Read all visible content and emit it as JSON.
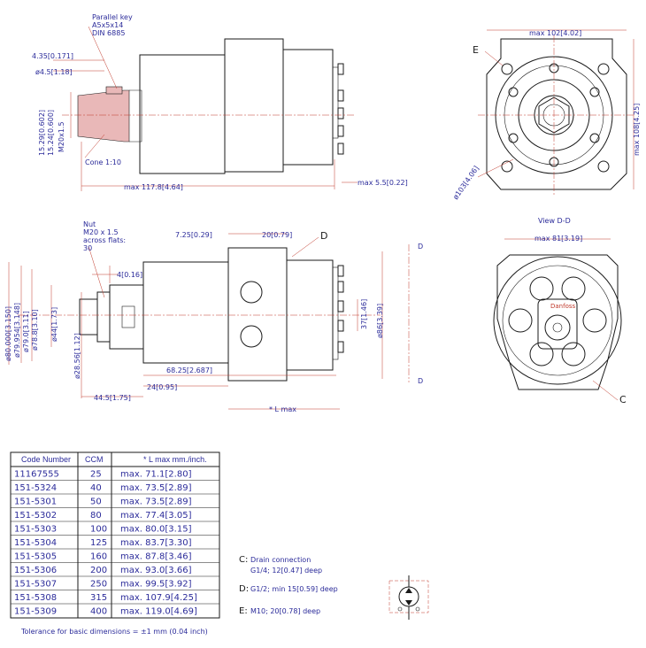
{
  "dims_top": {
    "key": [
      "Parallel key",
      "A5x5x14",
      "DIN 6885"
    ],
    "d435": "4.35[0.171]",
    "d45": "ø4.5[1.18]",
    "v1529": "15.29[0.602]",
    "v1524": "15.24[0.600]",
    "m20": "M20x1.5",
    "cone": "Cone 1:10",
    "max1178": "max 117.8[4.64]",
    "max55": "max 5.5[0.22]",
    "max102": "max 102[4.02]",
    "label_e": "E",
    "max108": "max 108[4.25]",
    "d103": "ø103[4.06]"
  },
  "dims_mid": {
    "nut": [
      "Nut",
      "M20 x 1.5",
      "across flats:",
      "30"
    ],
    "d725": "7.25[0.29]",
    "d20": "20[0.79]",
    "label_d": "D",
    "d4": "4[0.16]",
    "d80": "ø80.000[3.150]",
    "d7985": "ø79.954[3.148]",
    "d790": "ø79.0[3.11]",
    "d788": "ø78.8[3.10]",
    "d44": "ø44[1.73]",
    "d2856": "ø28.56[1.12]",
    "d37": "37[1.46]",
    "d86": "ø86[3.39]",
    "d6825": "68.25[2.687]",
    "d24": "24[0.95]",
    "d445": "44.5[1.75]",
    "lmax": "* L max",
    "d_top": "D",
    "d_bot": "D",
    "view": "View D-D",
    "max81": "max 81[3.19]",
    "label_c": "C",
    "logo": "Danfoss"
  },
  "table": {
    "headers": [
      "Code Number",
      "CCM",
      "* L max  mm./inch."
    ],
    "rows": [
      [
        "11167555",
        "25",
        "max.  71.1[2.80]"
      ],
      [
        "151-5324",
        "40",
        "max.  73.5[2.89]"
      ],
      [
        "151-5301",
        "50",
        "max.  73.5[2.89]"
      ],
      [
        "151-5302",
        "80",
        "max.  77.4[3.05]"
      ],
      [
        "151-5303",
        "100",
        "max.  80.0[3.15]"
      ],
      [
        "151-5304",
        "125",
        "max.  83.7[3.30]"
      ],
      [
        "151-5305",
        "160",
        "max.  87.8[3.46]"
      ],
      [
        "151-5306",
        "200",
        "max.  93.0[3.66]"
      ],
      [
        "151-5307",
        "250",
        "max.  99.5[3.92]"
      ],
      [
        "151-5308",
        "315",
        "max. 107.9[4.25]"
      ],
      [
        "151-5309",
        "400",
        "max. 119.0[4.69]"
      ]
    ],
    "tolerance": "Tolerance for basic dimensions = ±1 mm (0.04 inch)"
  },
  "notes": {
    "c_letter": "C:",
    "c_title": "Drain connection",
    "c_value": "G1/4; 12[0.47] deep",
    "d_letter": "D:",
    "d_value": "G1/2; min 15[0.59] deep",
    "e_letter": "E:",
    "e_value": "M10; 20[0.78] deep"
  },
  "colors": {
    "dimension_text": "#2b2b9a",
    "dimension_line": "#c0392b",
    "hatch": "#e9b8b8",
    "outline": "#1a1a1a"
  }
}
